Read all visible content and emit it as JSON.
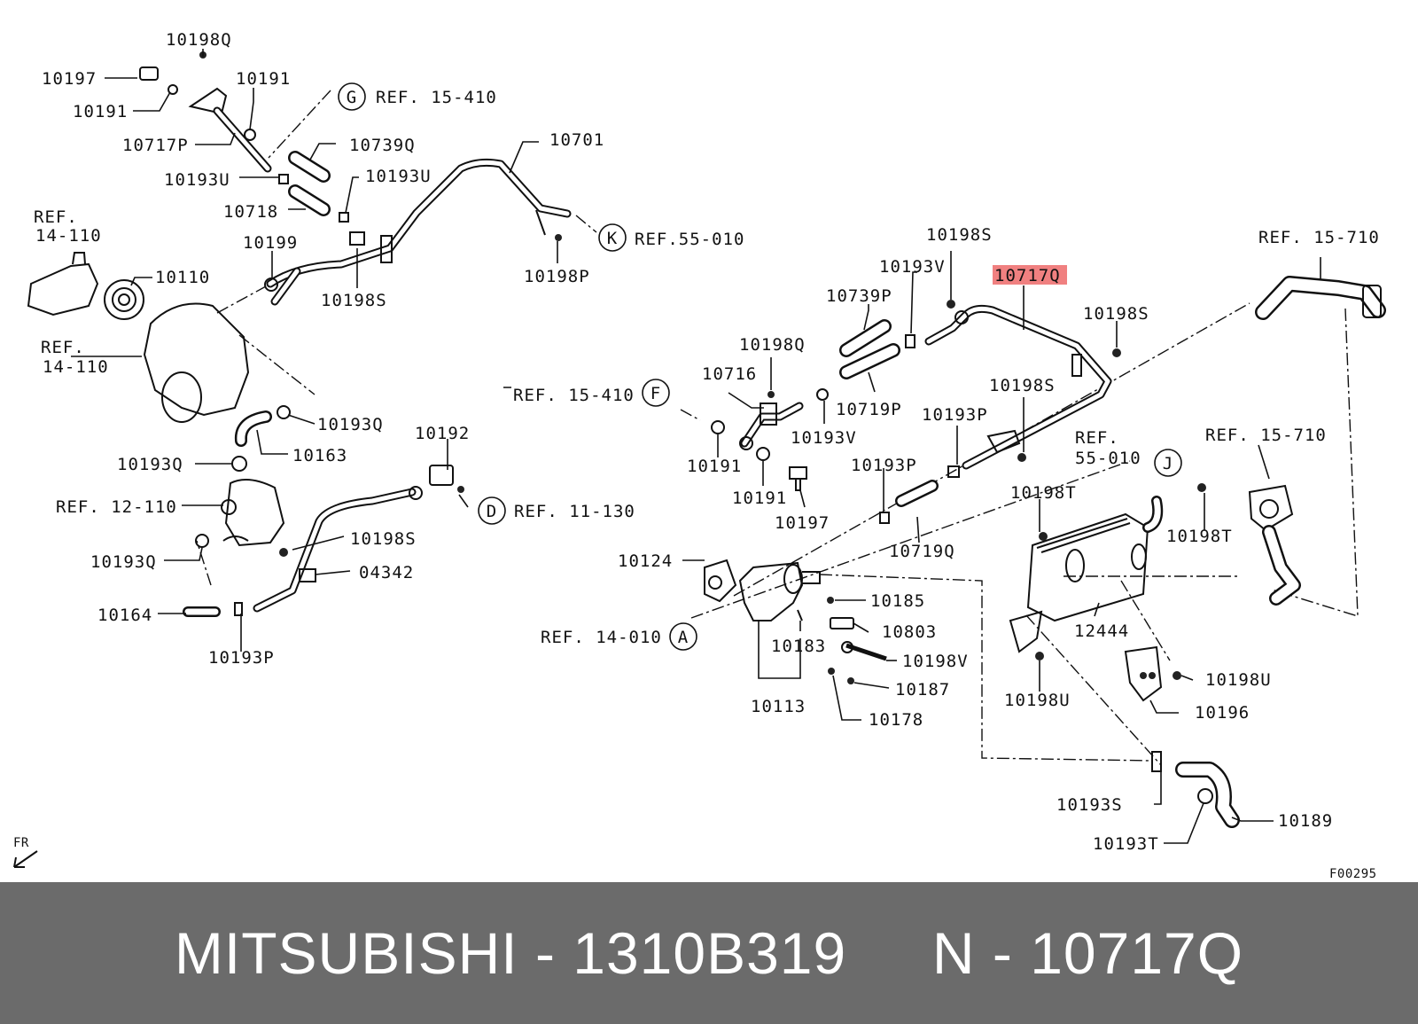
{
  "diagram": {
    "labels": {
      "p10198Q_a": "10198Q",
      "p10197_a": "10197",
      "p10191_a": "10191",
      "p10191_b": "10191",
      "ref_G": "REF. 15-410",
      "p10717P": "10717P",
      "p10739Q": "10739Q",
      "p10701": "10701",
      "p10193U_a": "10193U",
      "p10193U_b": "10193U",
      "p10718": "10718",
      "ref_K": "REF.55-010",
      "ref14_110_a1": "REF.",
      "ref14_110_a2": "14-110",
      "p10199": "10199",
      "p10198P": "10198P",
      "p10110": "10110",
      "p10198S_a": "10198S",
      "ref14_110_b1": "REF.",
      "ref14_110_b2": "14-110",
      "p10193Q_a": "10193Q",
      "p10163": "10163",
      "p10193Q_b": "10193Q",
      "ref12_110": "REF. 12-110",
      "p10193Q_c": "10193Q",
      "p10164": "10164",
      "p10193P_a": "10193P",
      "p10192": "10192",
      "ref_D": "REF. 11-130",
      "p10198S_b": "10198S",
      "p04342": "04342",
      "p10198S_c": "10198S",
      "p10193V_a": "10193V",
      "p10717Q": "10717Q",
      "ref15_710_a": "REF. 15-710",
      "p10739P": "10739P",
      "p10198S_d": "10198S",
      "p10198Q_b": "10198Q",
      "p10716": "10716",
      "ref_F": "REF. 15-410",
      "p10719P": "10719P",
      "p10198S_e": "10198S",
      "p10193P_b": "10193P",
      "p10193V_b": "10193V",
      "p10191_c": "10191",
      "p10191_d": "10191",
      "p10197_b": "10197",
      "p10193P_c": "10193P",
      "ref55_010_1": "REF.",
      "ref55_010_2": "55-010",
      "ref15_710_b": "REF. 15-710",
      "p10198T_a": "10198T",
      "p10198T_b": "10198T",
      "p10719Q": "10719Q",
      "p10124": "10124",
      "p10185": "10185",
      "p10803": "10803",
      "ref_A": "REF. 14-010",
      "p10183": "10183",
      "p10198V": "10198V",
      "p12444": "12444",
      "p10187": "10187",
      "p10198U_a": "10198U",
      "p10198U_b": "10198U",
      "p10113": "10113",
      "p10178": "10178",
      "p10196": "10196",
      "p10193S": "10193S",
      "p10189": "10189",
      "p10193T": "10193T",
      "fr": "FR",
      "figure_code": "F00295"
    },
    "ref_circles": {
      "G": "G",
      "K": "K",
      "D": "D",
      "F": "F",
      "J": "J",
      "A": "A"
    },
    "highlight_color": "#f08080"
  },
  "footer": {
    "text": "MITSUBISHI - 1310B319     N - 10717Q",
    "background": "#6b6b6b"
  }
}
